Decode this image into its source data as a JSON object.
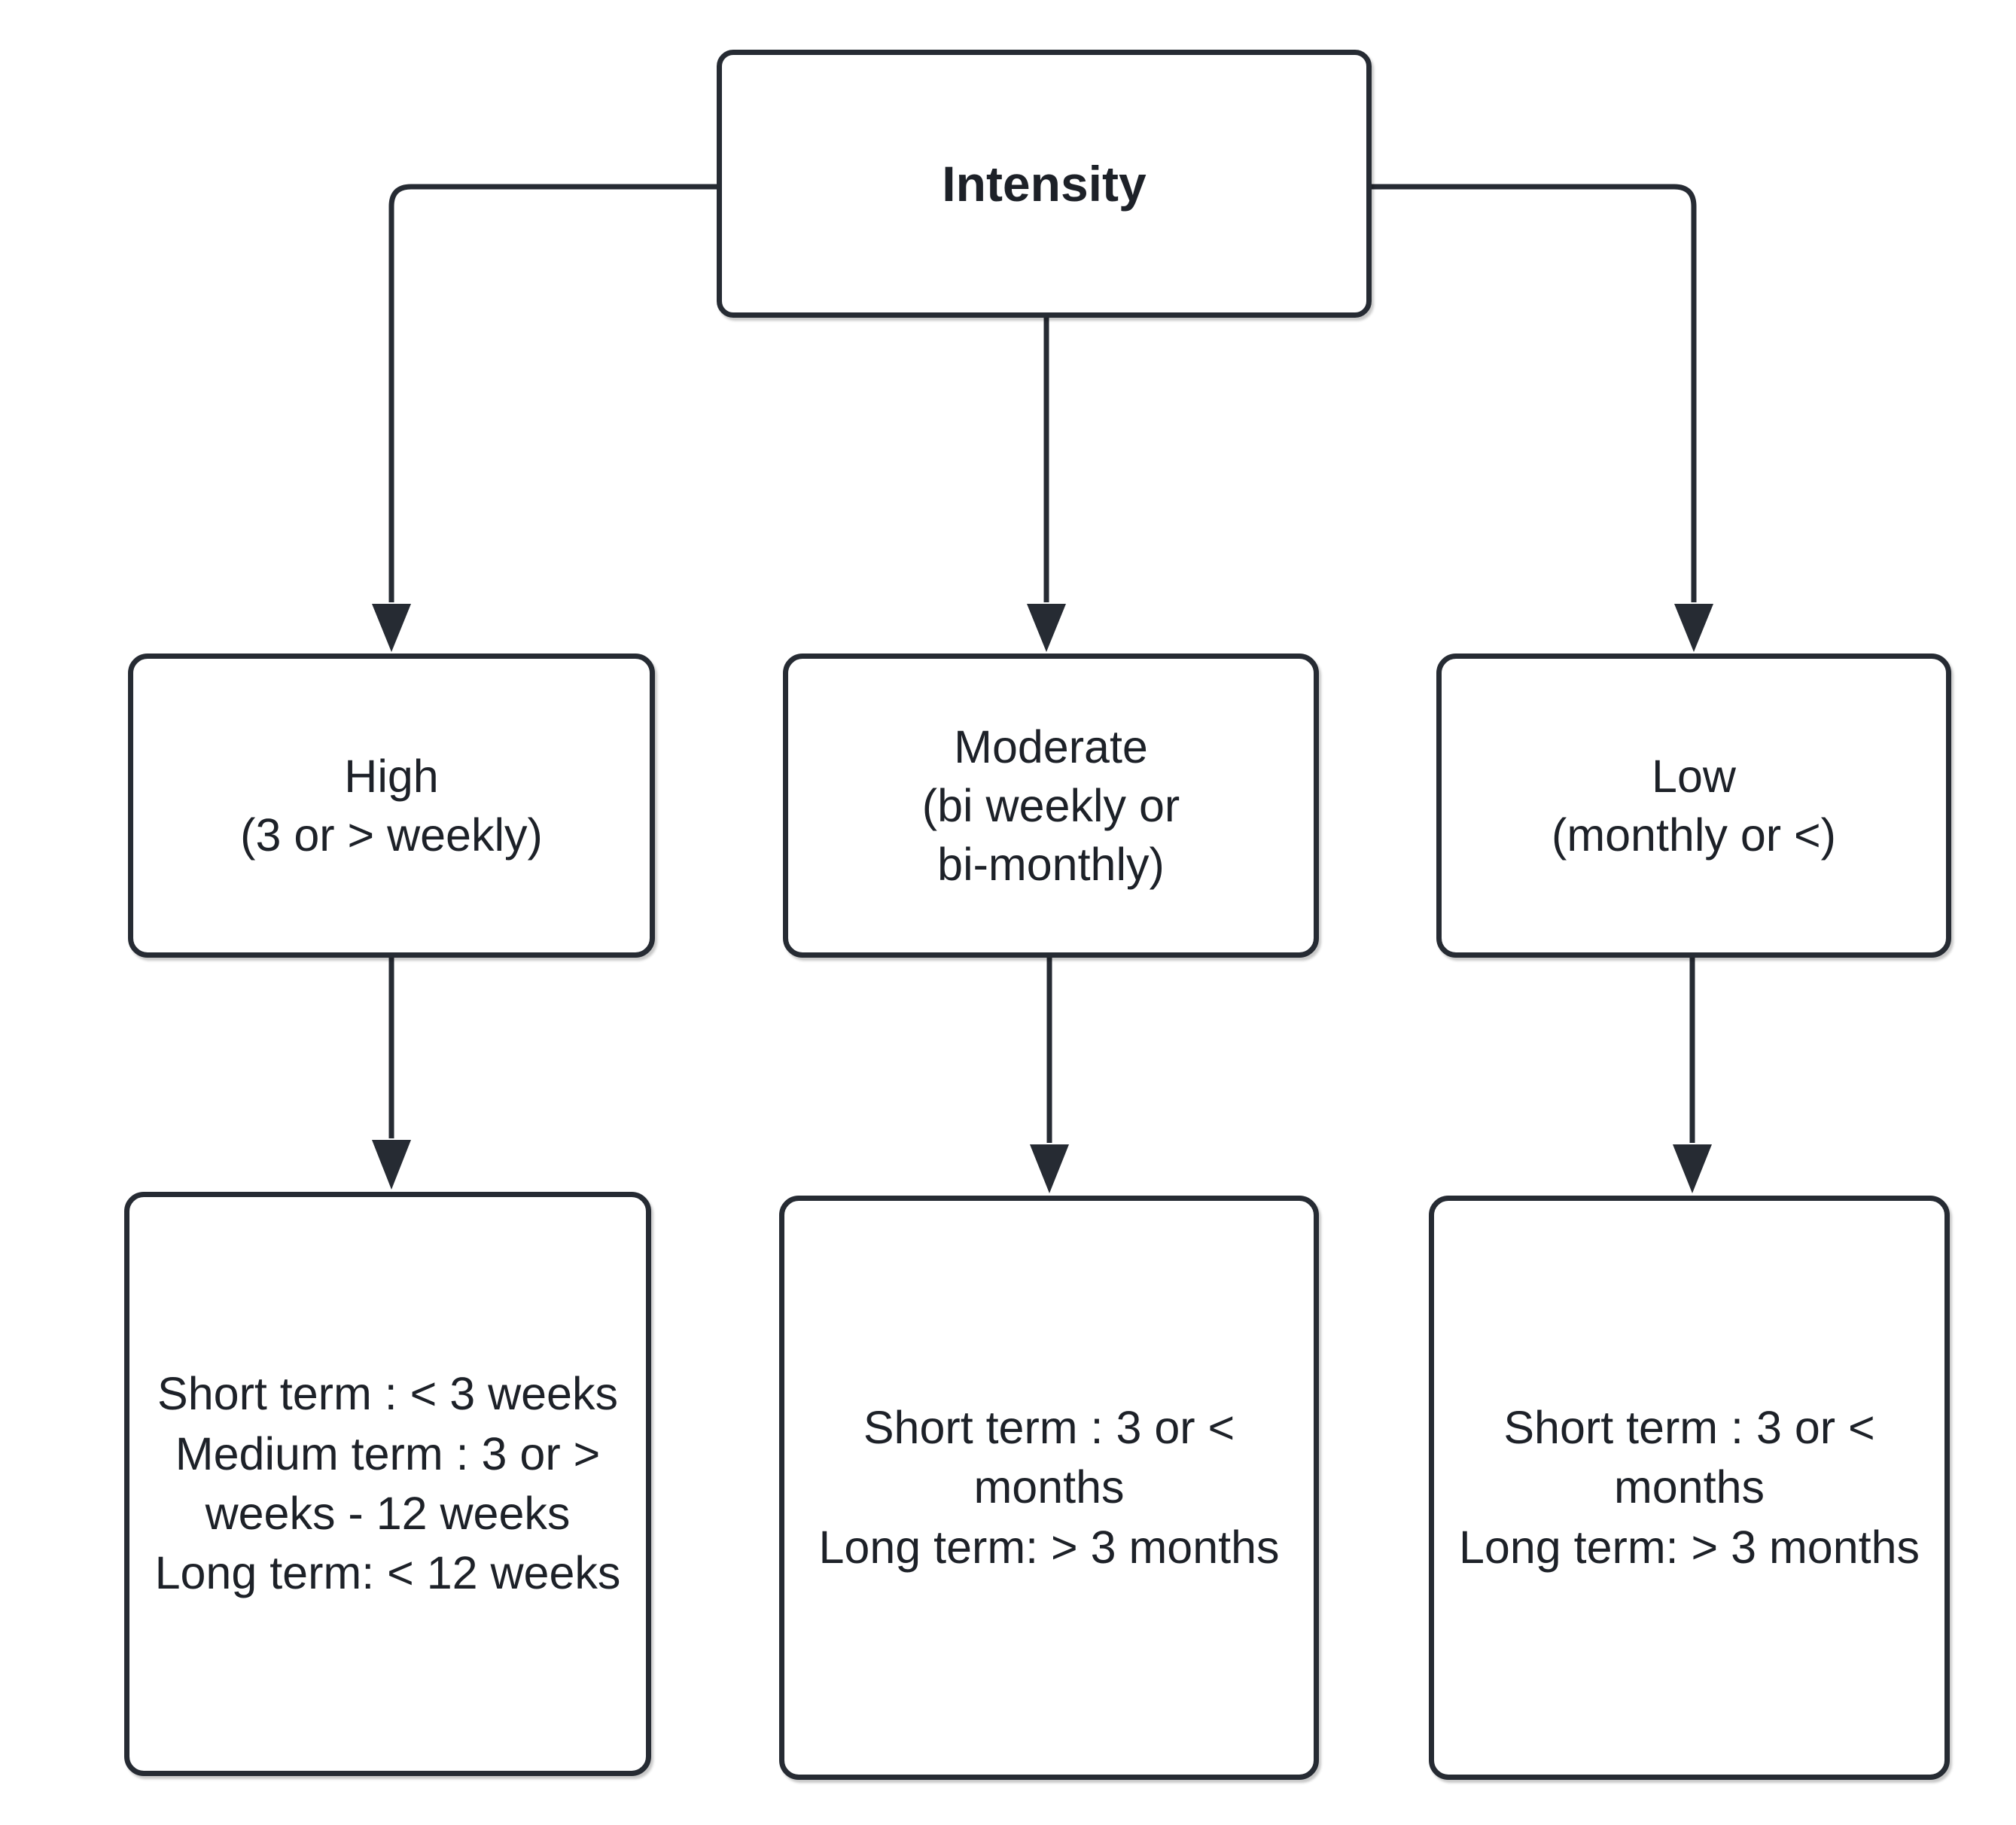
{
  "diagram": {
    "title": "Intensity",
    "stroke_color": "#262b33",
    "fill_color": "#ffffff",
    "text_color": "#1d2128",
    "root": {
      "id": "intensity",
      "label": "Intensity"
    },
    "levels": [
      {
        "name": "intensity-levels",
        "nodes": [
          {
            "id": "high",
            "label": "High\n(3 or > weekly)"
          },
          {
            "id": "moderate",
            "label": "Moderate\n(bi weekly or\nbi-monthly)"
          },
          {
            "id": "low",
            "label": "Low\n(monthly or <)"
          }
        ]
      },
      {
        "name": "duration-terms",
        "nodes": [
          {
            "id": "high-terms",
            "label": "Short term : < 3 weeks\nMedium term : 3 or > weeks - 12 weeks\nLong term: < 12 weeks"
          },
          {
            "id": "moderate-terms",
            "label": "Short term : 3 or < months\nLong term: > 3 months"
          },
          {
            "id": "low-terms",
            "label": "Short term : 3 or < months\nLong term: > 3 months"
          }
        ]
      }
    ],
    "edges": [
      {
        "from": "intensity",
        "to": "high",
        "style": "elbow-left"
      },
      {
        "from": "intensity",
        "to": "moderate",
        "style": "straight"
      },
      {
        "from": "intensity",
        "to": "low",
        "style": "elbow-right"
      },
      {
        "from": "high",
        "to": "high-terms",
        "style": "straight"
      },
      {
        "from": "moderate",
        "to": "moderate-terms",
        "style": "straight"
      },
      {
        "from": "low",
        "to": "low-terms",
        "style": "straight"
      }
    ]
  }
}
